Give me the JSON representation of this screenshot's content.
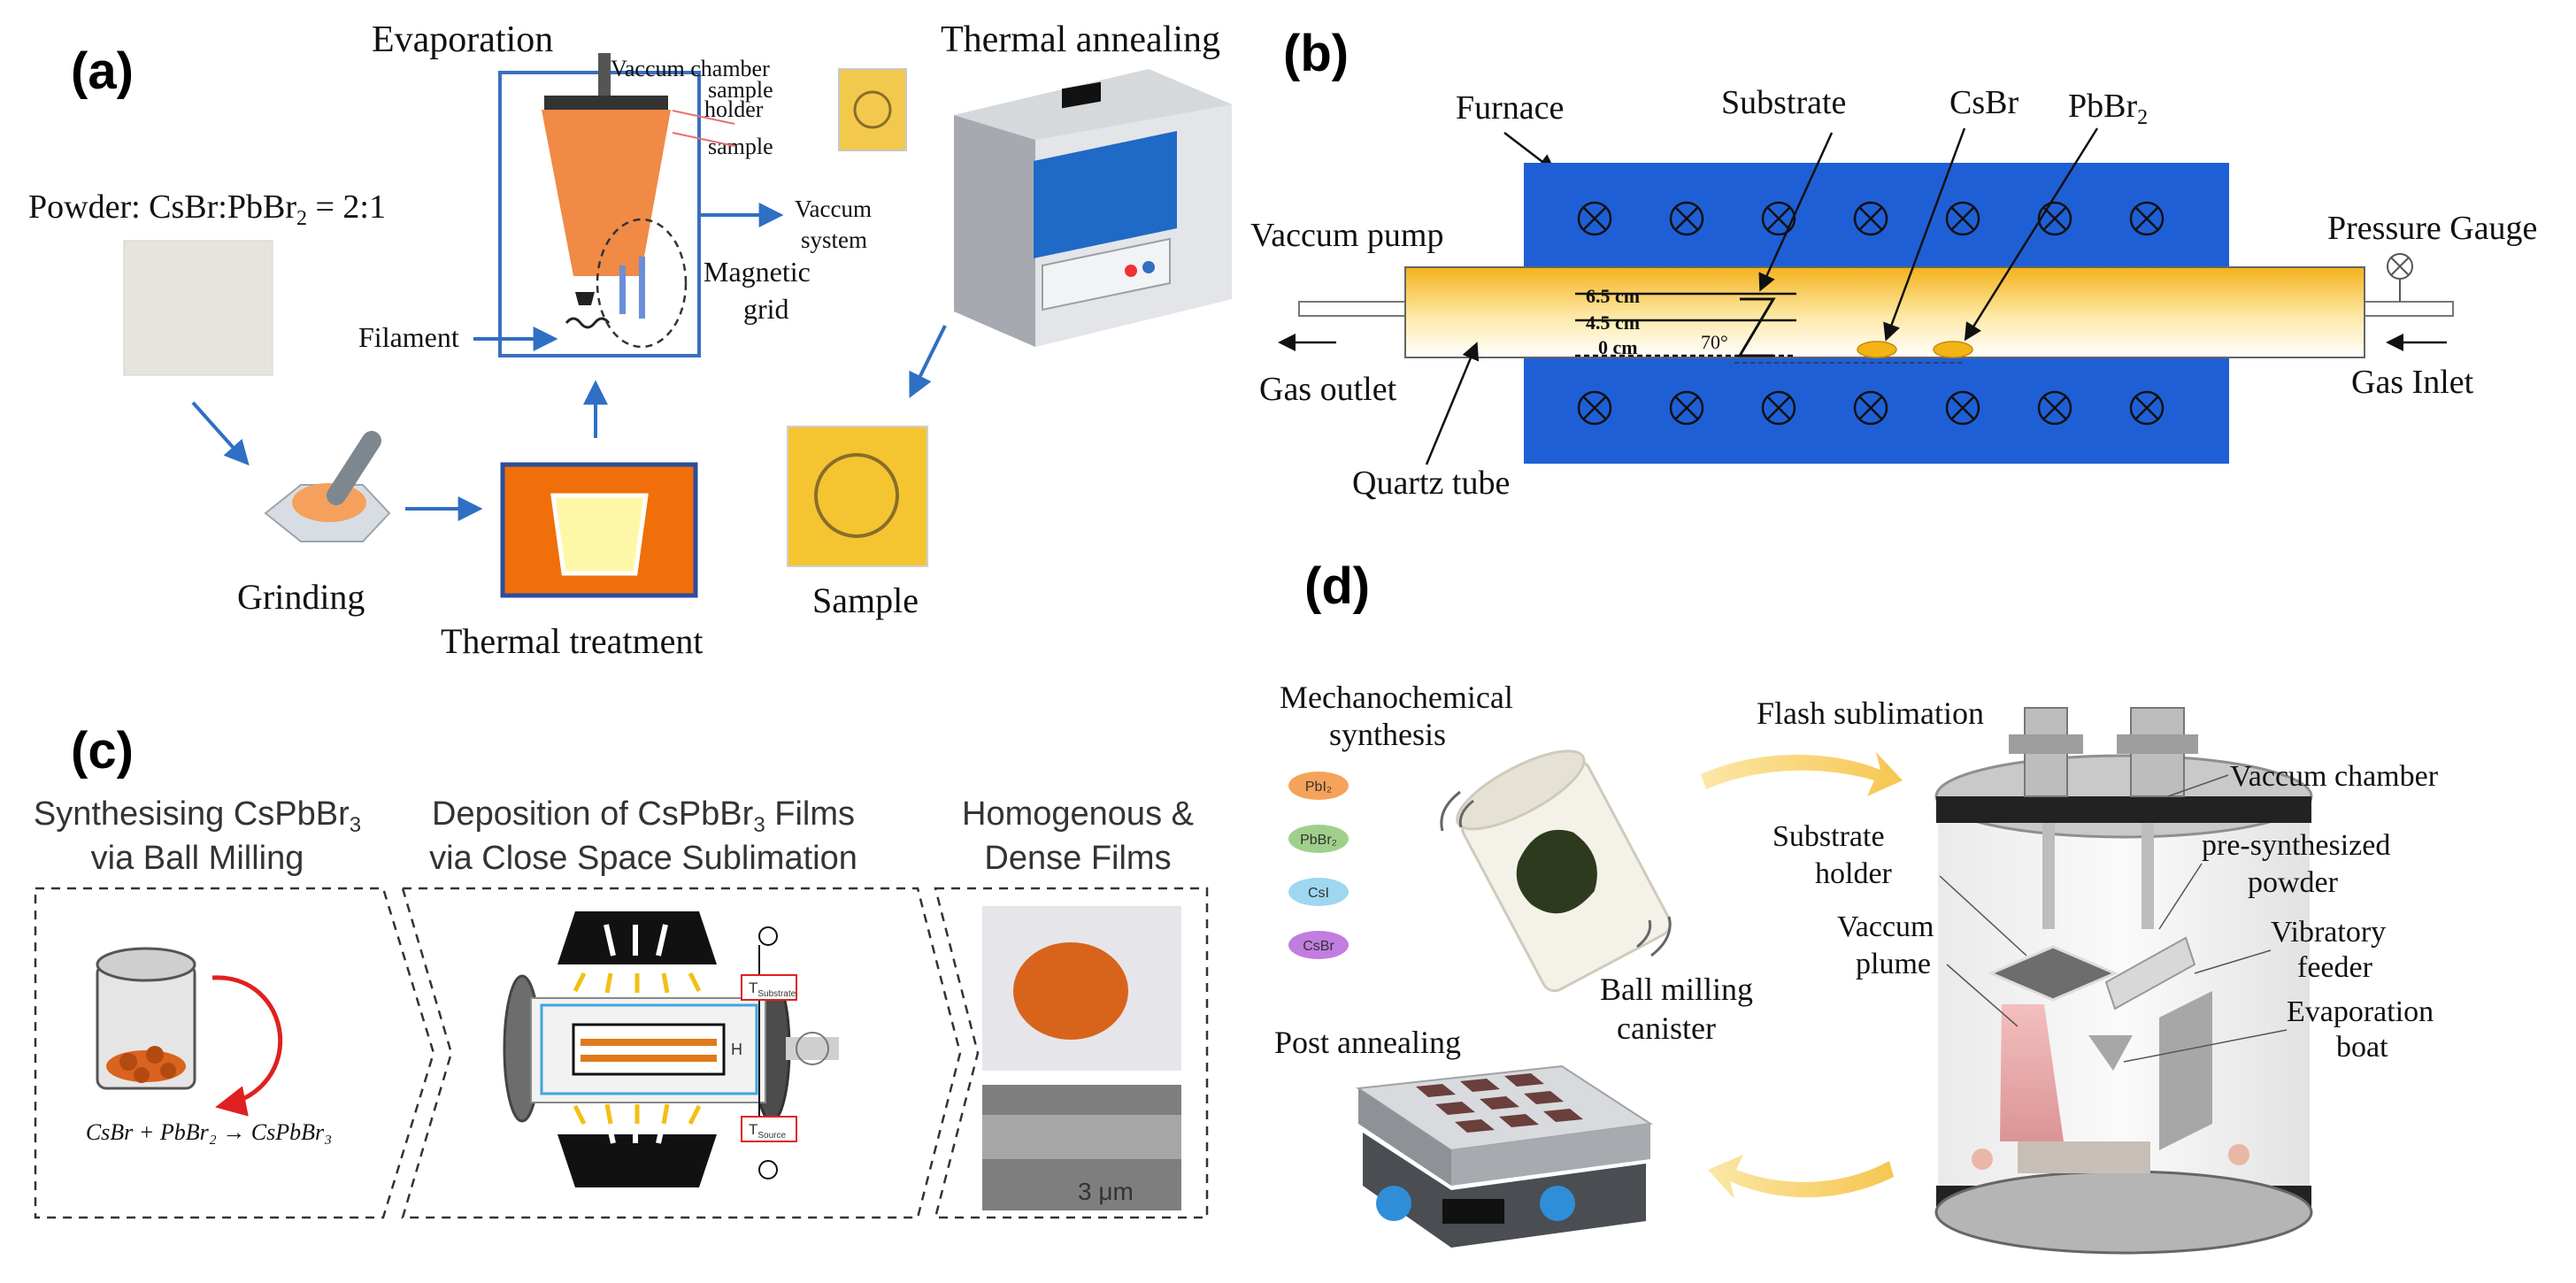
{
  "panels": {
    "a": {
      "label": "(a)",
      "evaporation": "Evaporation",
      "thermal_annealing": "Thermal annealing",
      "powder": "Powder: CsBr:PbBr",
      "powder_sub": "2",
      "powder_tail": " = 2:1",
      "vaccum_chamber": "Vaccum chamber",
      "sample1": "sample",
      "holder": "holder",
      "sample2": "sample",
      "vaccum": "Vaccum",
      "system": "system",
      "magnetic": "Magnetic",
      "grid": "grid",
      "filament": "Filament",
      "grinding": "Grinding",
      "thermal_treatment": "Thermal treatment",
      "sample": "Sample"
    },
    "b": {
      "label": "(b)",
      "furnace": "Furnace",
      "substrate": "Substrate",
      "csbr": "CsBr",
      "pbbr": "PbBr",
      "pbbr_sub": "2",
      "vaccum_pump": "Vaccum pump",
      "pressure_gauge": "Pressure Gauge",
      "gas_outlet": "Gas outlet",
      "gas_inlet": "Gas Inlet",
      "quartz_tube": "Quartz tube",
      "d65": "6.5 cm",
      "d45": "4.5 cm",
      "d0": "0 cm",
      "angle": "70°"
    },
    "c": {
      "label": "(c)",
      "title1_l1": "Synthesising CsPbBr",
      "title1_sub": "3",
      "title1_l2": "via Ball Milling",
      "title2_l1": "Deposition of CsPbBr",
      "title2_sub": "3",
      "title2_l1_tail": " Films",
      "title2_l2": "via Close Space Sublimation",
      "title3_l1": "Homogenous &",
      "title3_l2": "Dense Films",
      "equation": "CsBr + PbBr₂ → CsPbBr₃",
      "scale": "3 μm",
      "t_substrate": "T",
      "t_substrate_sub": "Substrate",
      "t_source": "T",
      "t_source_sub": "Source",
      "h": "H"
    },
    "d": {
      "label": "(d)",
      "mechanochemical": "Mechanochemical",
      "synthesis": "synthesis",
      "flash": "Flash sublimation",
      "vaccum_chamber": "Vaccum chamber",
      "substrate": "Substrate",
      "holder": "holder",
      "presynth1": "pre-synthesized",
      "presynth2": "powder",
      "vaccum": "Vaccum",
      "plume": "plume",
      "vibratory": "Vibratory",
      "feeder": "feeder",
      "evaporation": "Evaporation",
      "boat": "boat",
      "ball_milling": "Ball milling",
      "canister": "canister",
      "post_annealing": "Post annealing",
      "precursors": [
        "PbI₂",
        "PbBr₂",
        "CsI",
        "CsBr"
      ]
    }
  }
}
